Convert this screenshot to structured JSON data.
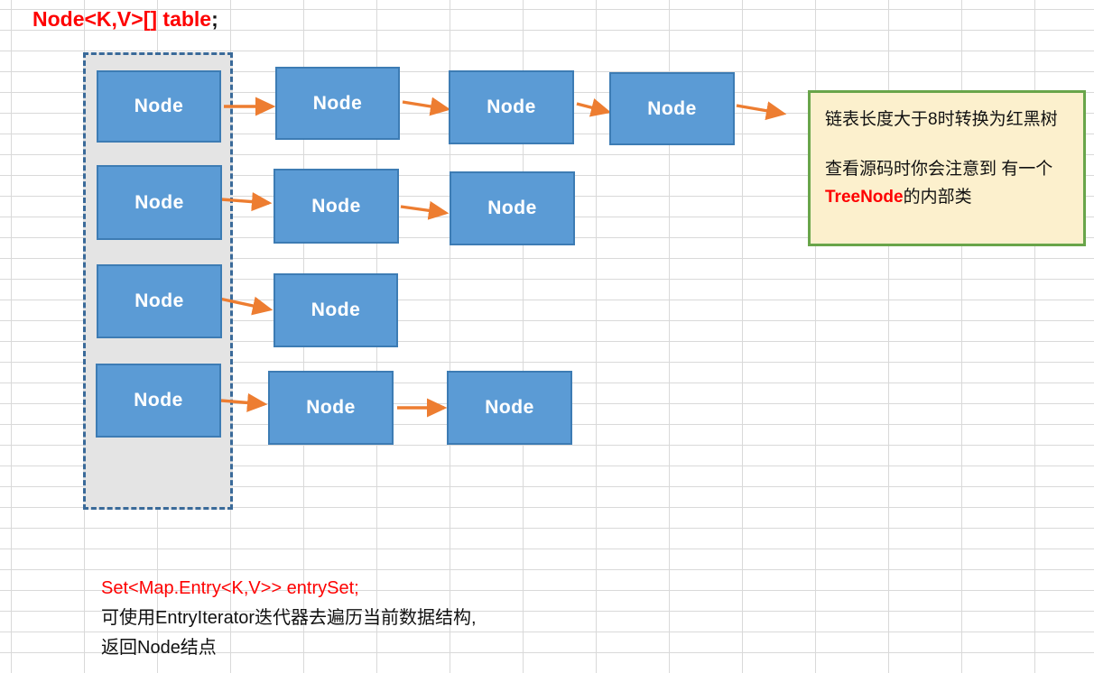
{
  "title": {
    "code": "Node<K,V>[] table",
    "semicolon": ";"
  },
  "array": {
    "label": "table-array-container"
  },
  "node_label": "Node",
  "rows": [
    {
      "index": 0,
      "nodes": 4,
      "trailing_arrow": true
    },
    {
      "index": 1,
      "nodes": 3,
      "trailing_arrow": false
    },
    {
      "index": 2,
      "nodes": 2,
      "trailing_arrow": false
    },
    {
      "index": 3,
      "nodes": 3,
      "trailing_arrow": false
    }
  ],
  "note": {
    "line1": "链表长度大于8时转换为红黑树",
    "line2": "查看源码时你会注意到 有一个",
    "line3_highlight": "TreeNode",
    "line3_rest": "的内部类"
  },
  "caption": {
    "line1": "Set<Map.Entry<K,V>> entrySet;",
    "line2": "可使用EntryIterator迭代器去遍历当前数据结构,",
    "line3": "返回Node结点"
  },
  "colors": {
    "node_fill": "#5B9BD5",
    "node_border": "#3D7CB4",
    "array_fill": "#E4E4E4",
    "array_border": "#3A6A99",
    "arrow": "#ED7D31",
    "note_fill": "#FCF0CD",
    "note_border": "#69A54A",
    "code_red": "#FE0000",
    "grid_line": "#D9D9D9"
  }
}
